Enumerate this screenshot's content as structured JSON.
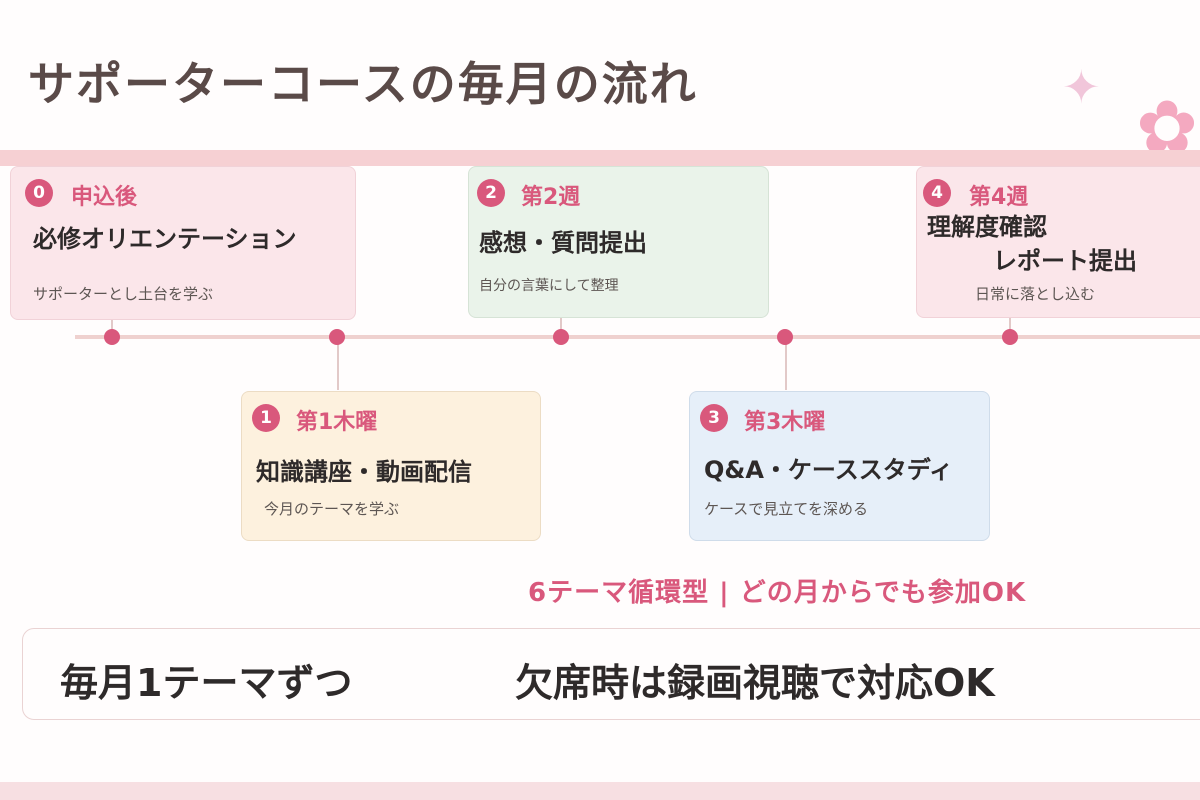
{
  "title": "サポーターコースの毎月の流れ",
  "colors": {
    "accent": "#d9587c",
    "pink_card": "#fbe6ea",
    "green_card": "#eaf3ea",
    "yellow_card": "#fdf1de",
    "blue_card": "#e6eff9"
  },
  "steps": [
    {
      "num": "0",
      "when": "申込後",
      "main": "必修オリエンテーション",
      "sub": "サポーターとし土台を学ぶ"
    },
    {
      "num": "1",
      "when": "第1木曜",
      "main": "知識講座・動画配信",
      "sub": "今月のテーマを学ぶ"
    },
    {
      "num": "2",
      "when": "第2週",
      "main": "感想・質問提出",
      "sub": "自分の言葉にして整理"
    },
    {
      "num": "3",
      "when": "第3木曜",
      "main": "Q&A・ケーススタディ",
      "sub": "ケースで見立てを深める"
    },
    {
      "num": "4",
      "when": "第4週",
      "main_line1": "理解度確認",
      "main_line2": "レポート提出",
      "sub": "日常に落とし込む"
    }
  ],
  "tagline": "6テーマ循環型 | どの月からでも参加OK",
  "footer": {
    "left": "毎月1テーマずつ",
    "right": "欠席時は録画視聴で対応OK"
  },
  "decorations": {
    "sparkle_icon": "✦",
    "flower_icon": "✿"
  }
}
